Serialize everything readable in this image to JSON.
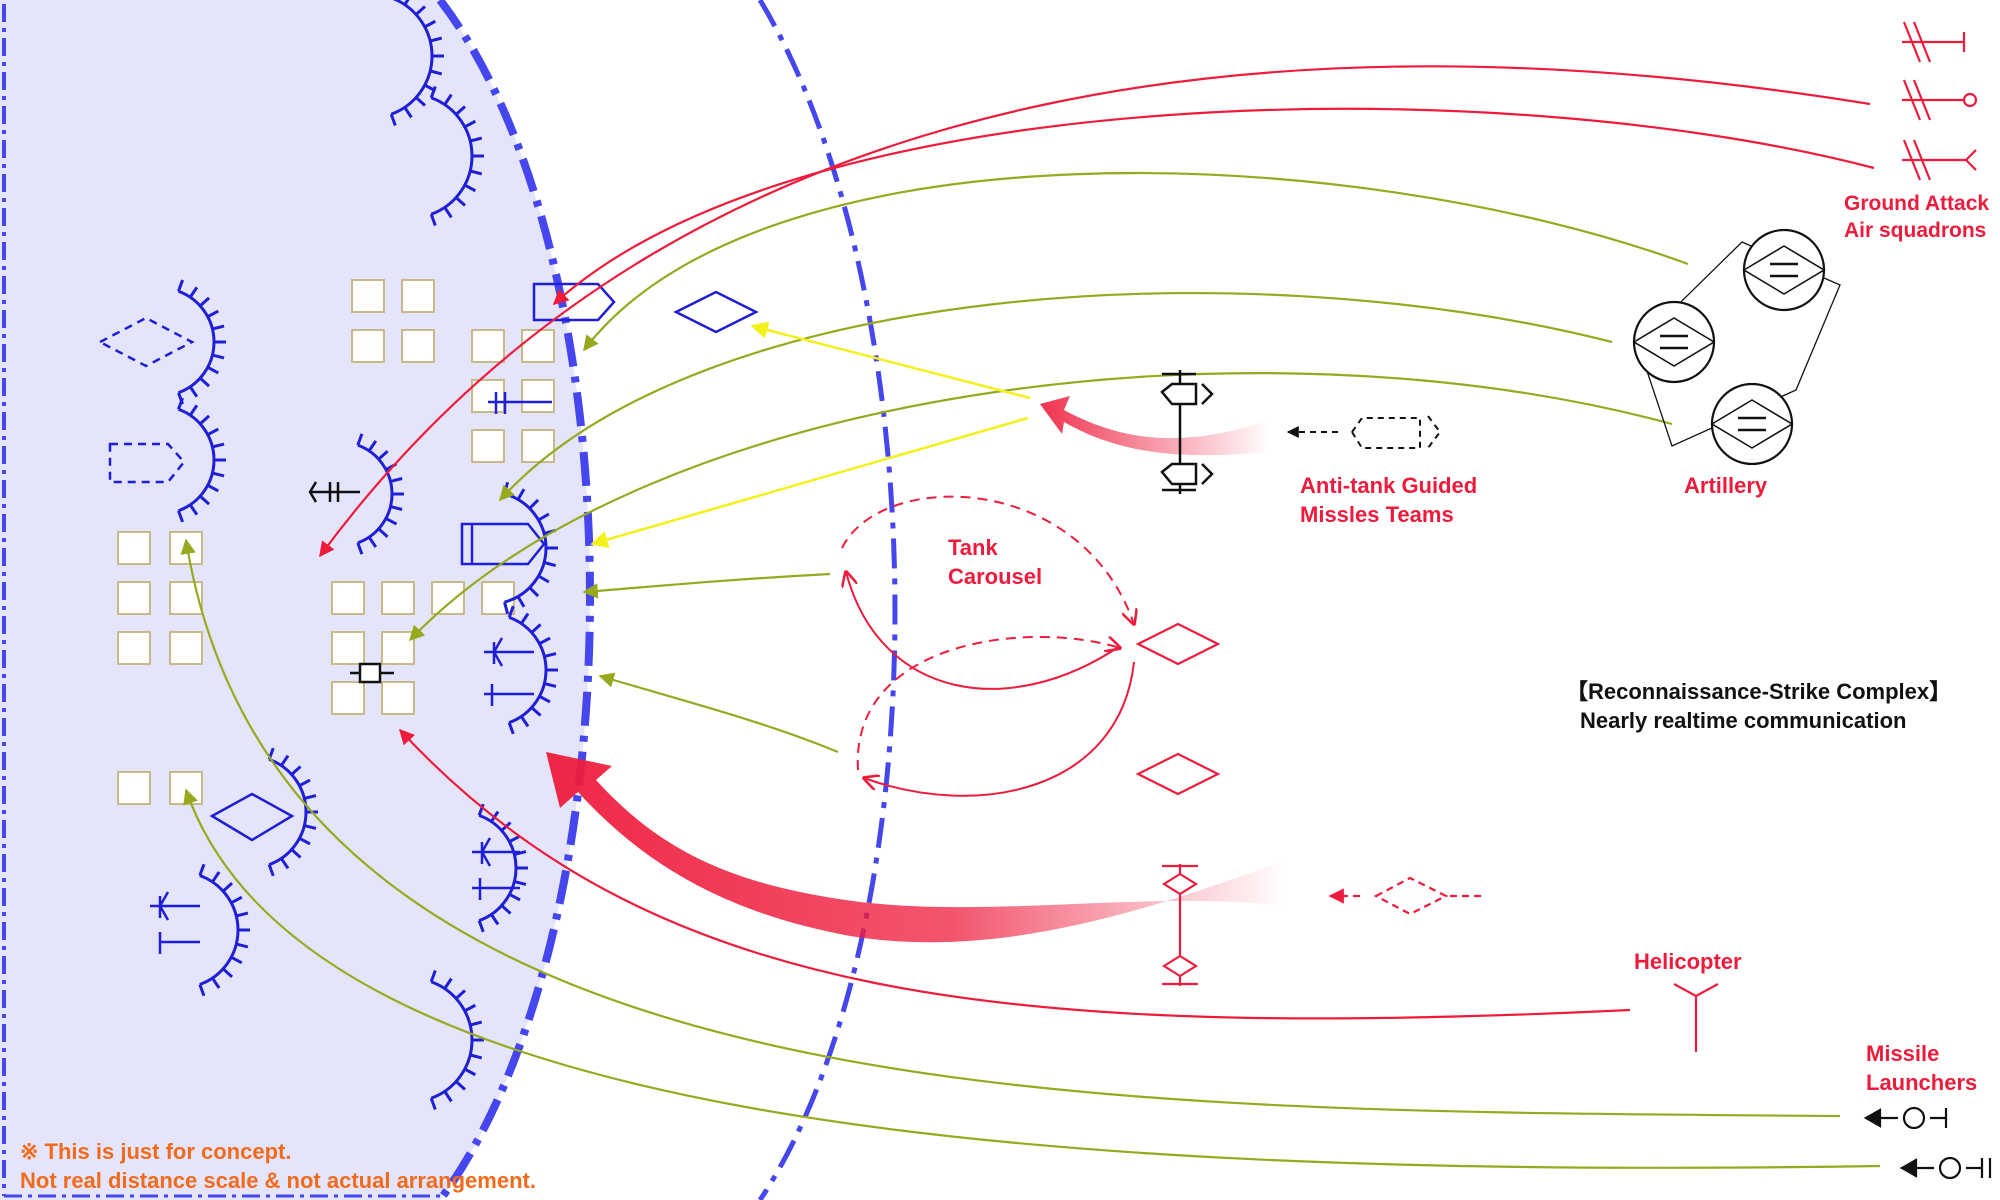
{
  "labels": {
    "ground_attack_line1": "Ground Attack",
    "ground_attack_line2": "Air squadrons",
    "artillery": "Artillery",
    "atgm_line1": "Anti-tank Guided",
    "atgm_line2": "Missles Teams",
    "tank_carousel_line1": "Tank",
    "tank_carousel_line2": "Carousel",
    "rsc_line1": "【Reconnaissance-Strike Complex】",
    "rsc_line2": "Nearly realtime communication",
    "helicopter": "Helicopter",
    "missile_line1": "Missile",
    "missile_line2": "Launchers",
    "note_line1": "※ This is just for concept.",
    "note_line2": "Not real distance scale & not actual arrangement."
  },
  "colors": {
    "defense_zone_fill": "#e4e4fb",
    "defense_line_blue": "#4646ee",
    "unit_blue": "#1f1fd6",
    "attack_red": "#ee1c3c",
    "artillery_fire": "#97a91f",
    "recon_yellow": "#f2f21a",
    "position_box": "#c8b98a",
    "note_orange": "#f26a1b"
  }
}
